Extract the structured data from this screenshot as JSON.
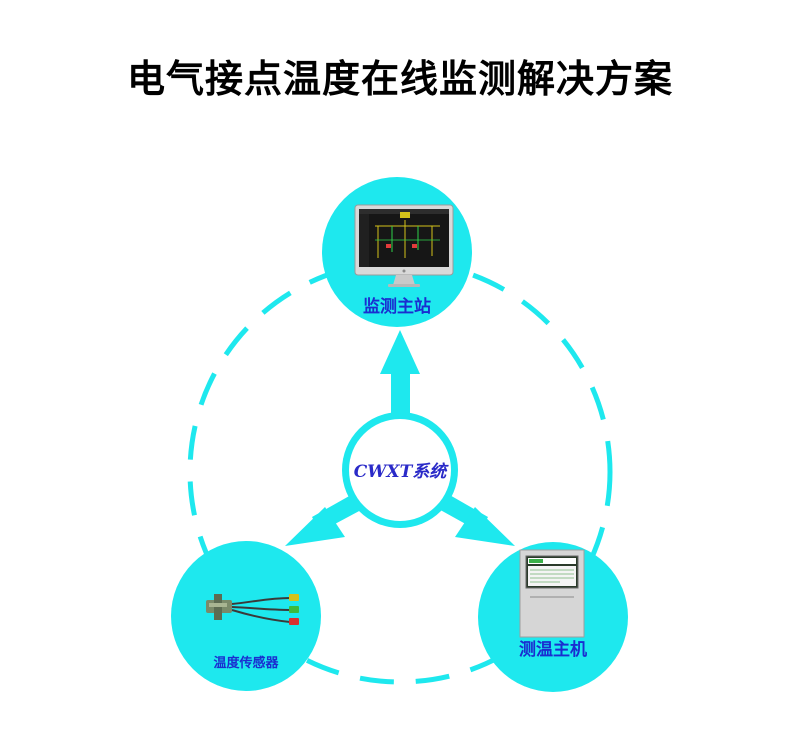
{
  "title": "电气接点温度在线监测解决方案",
  "colors": {
    "accent": "#1EE8EE",
    "label_blue": "#1A2ED0",
    "center_text": "#2A2AC8",
    "background": "#FFFFFF"
  },
  "center": {
    "label": "CWXT系统"
  },
  "nodes": {
    "top": {
      "label": "监测主站",
      "icon": "desktop-monitor-icon"
    },
    "left": {
      "label": "温度传感器",
      "icon": "temperature-sensor-icon"
    },
    "right": {
      "label": "测温主机",
      "icon": "temperature-host-cabinet-icon"
    }
  }
}
